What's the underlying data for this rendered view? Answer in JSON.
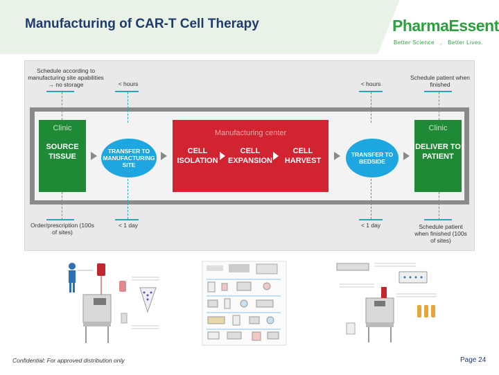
{
  "header": {
    "title": "Manufacturing of CAR-T Cell Therapy",
    "logo": "PharmaEssentia",
    "tagline": "Better Science   ,   Better Lives."
  },
  "notes": {
    "top_schedule": "Schedule according to manufacturing site apabilities → no storage",
    "top_hours_1": "< hours",
    "top_hours_2": "< hours",
    "top_schedule_patient": "Schedule patient when finished",
    "bottom_order": "Order/prescription (100s of sites)",
    "bottom_day_1": "< 1 day",
    "bottom_day_2": "< 1 day",
    "bottom_schedule_patient": "Schedule patient when finished (100s of sites)"
  },
  "steps": {
    "clinic_left_label": "Clinic",
    "source": "SOURCE TISSUE",
    "transfer_site": "TRANSFER TO MANUFACTURING SITE",
    "manufacturing_center": "Manufacturing center",
    "cell_isolation": "CELL ISOLATION",
    "cell_expansion": "CELL EXPANSION",
    "cell_harvest": "CELL HARVEST",
    "transfer_bedside": "TRANSFER TO BEDSIDE",
    "clinic_right_label": "Clinic",
    "deliver": "DELIVER TO PATIENT"
  },
  "footer": {
    "confidential": "Confidential:  For approved distribution only",
    "page": "Page 24"
  },
  "colors": {
    "title": "#1f3a6e",
    "brand_green": "#2aa13c",
    "clinic_green": "#1e8a36",
    "manufacturing_red": "#d22330",
    "transfer_blue": "#1ea6e0",
    "dashed_teal": "#2ba6b9"
  }
}
